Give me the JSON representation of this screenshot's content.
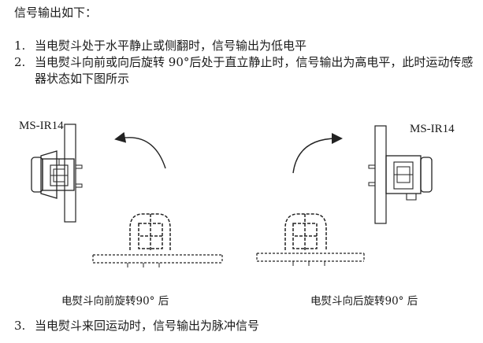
{
  "heading": "信号输出如下：",
  "items_top": [
    {
      "num": "1.",
      "text": "当电熨斗处于水平静止或侧翻时，信号输出为低电平"
    },
    {
      "num": "2.",
      "text": "当电熨斗向前或向后旋转 90°后处于直立静止时，信号输出为高电平，此时运动传感器状态如下图所示"
    }
  ],
  "figure": {
    "left": {
      "model": "MS-IR14",
      "caption": "电熨斗向前旋转90°  后"
    },
    "right": {
      "model": "MS-IR14",
      "caption": "电熨斗向后旋转90°  后"
    }
  },
  "items_bottom": [
    {
      "num": "3.",
      "text": "当电熨斗来回运动时，信号输出为脉冲信号"
    }
  ]
}
